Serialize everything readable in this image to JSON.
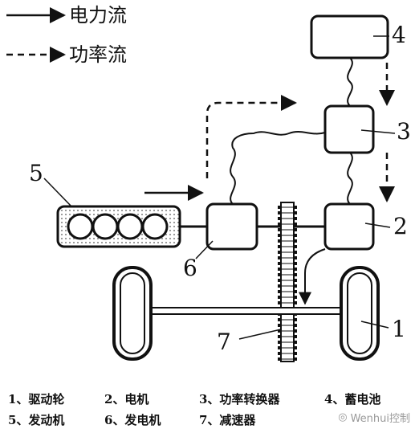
{
  "legend": {
    "power_flow": "电力流",
    "work_flow": "功率流"
  },
  "callouts": [
    "1",
    "2",
    "3",
    "4",
    "5",
    "6",
    "7"
  ],
  "captions": {
    "row1": [
      "1、驱动轮",
      "2、电机",
      "3、功率转换器",
      "4、蓄电池"
    ],
    "row2": [
      "5、发动机",
      "6、发电机",
      "7、减速器"
    ]
  },
  "watermark": "Wenhui控制"
}
